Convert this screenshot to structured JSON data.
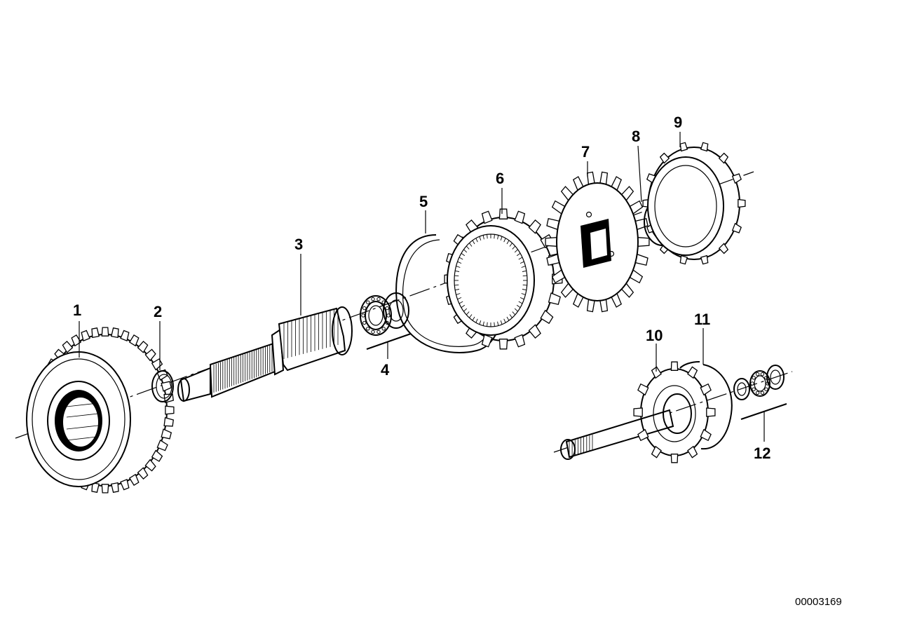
{
  "diagram": {
    "reference_number": "00003169",
    "callouts": [
      {
        "id": "1",
        "label": "1"
      },
      {
        "id": "2",
        "label": "2"
      },
      {
        "id": "3",
        "label": "3"
      },
      {
        "id": "4",
        "label": "4"
      },
      {
        "id": "5",
        "label": "5"
      },
      {
        "id": "6",
        "label": "6"
      },
      {
        "id": "7",
        "label": "7"
      },
      {
        "id": "8",
        "label": "8"
      },
      {
        "id": "9",
        "label": "9"
      },
      {
        "id": "10",
        "label": "10"
      },
      {
        "id": "11",
        "label": "11"
      },
      {
        "id": "12",
        "label": "12"
      }
    ]
  }
}
